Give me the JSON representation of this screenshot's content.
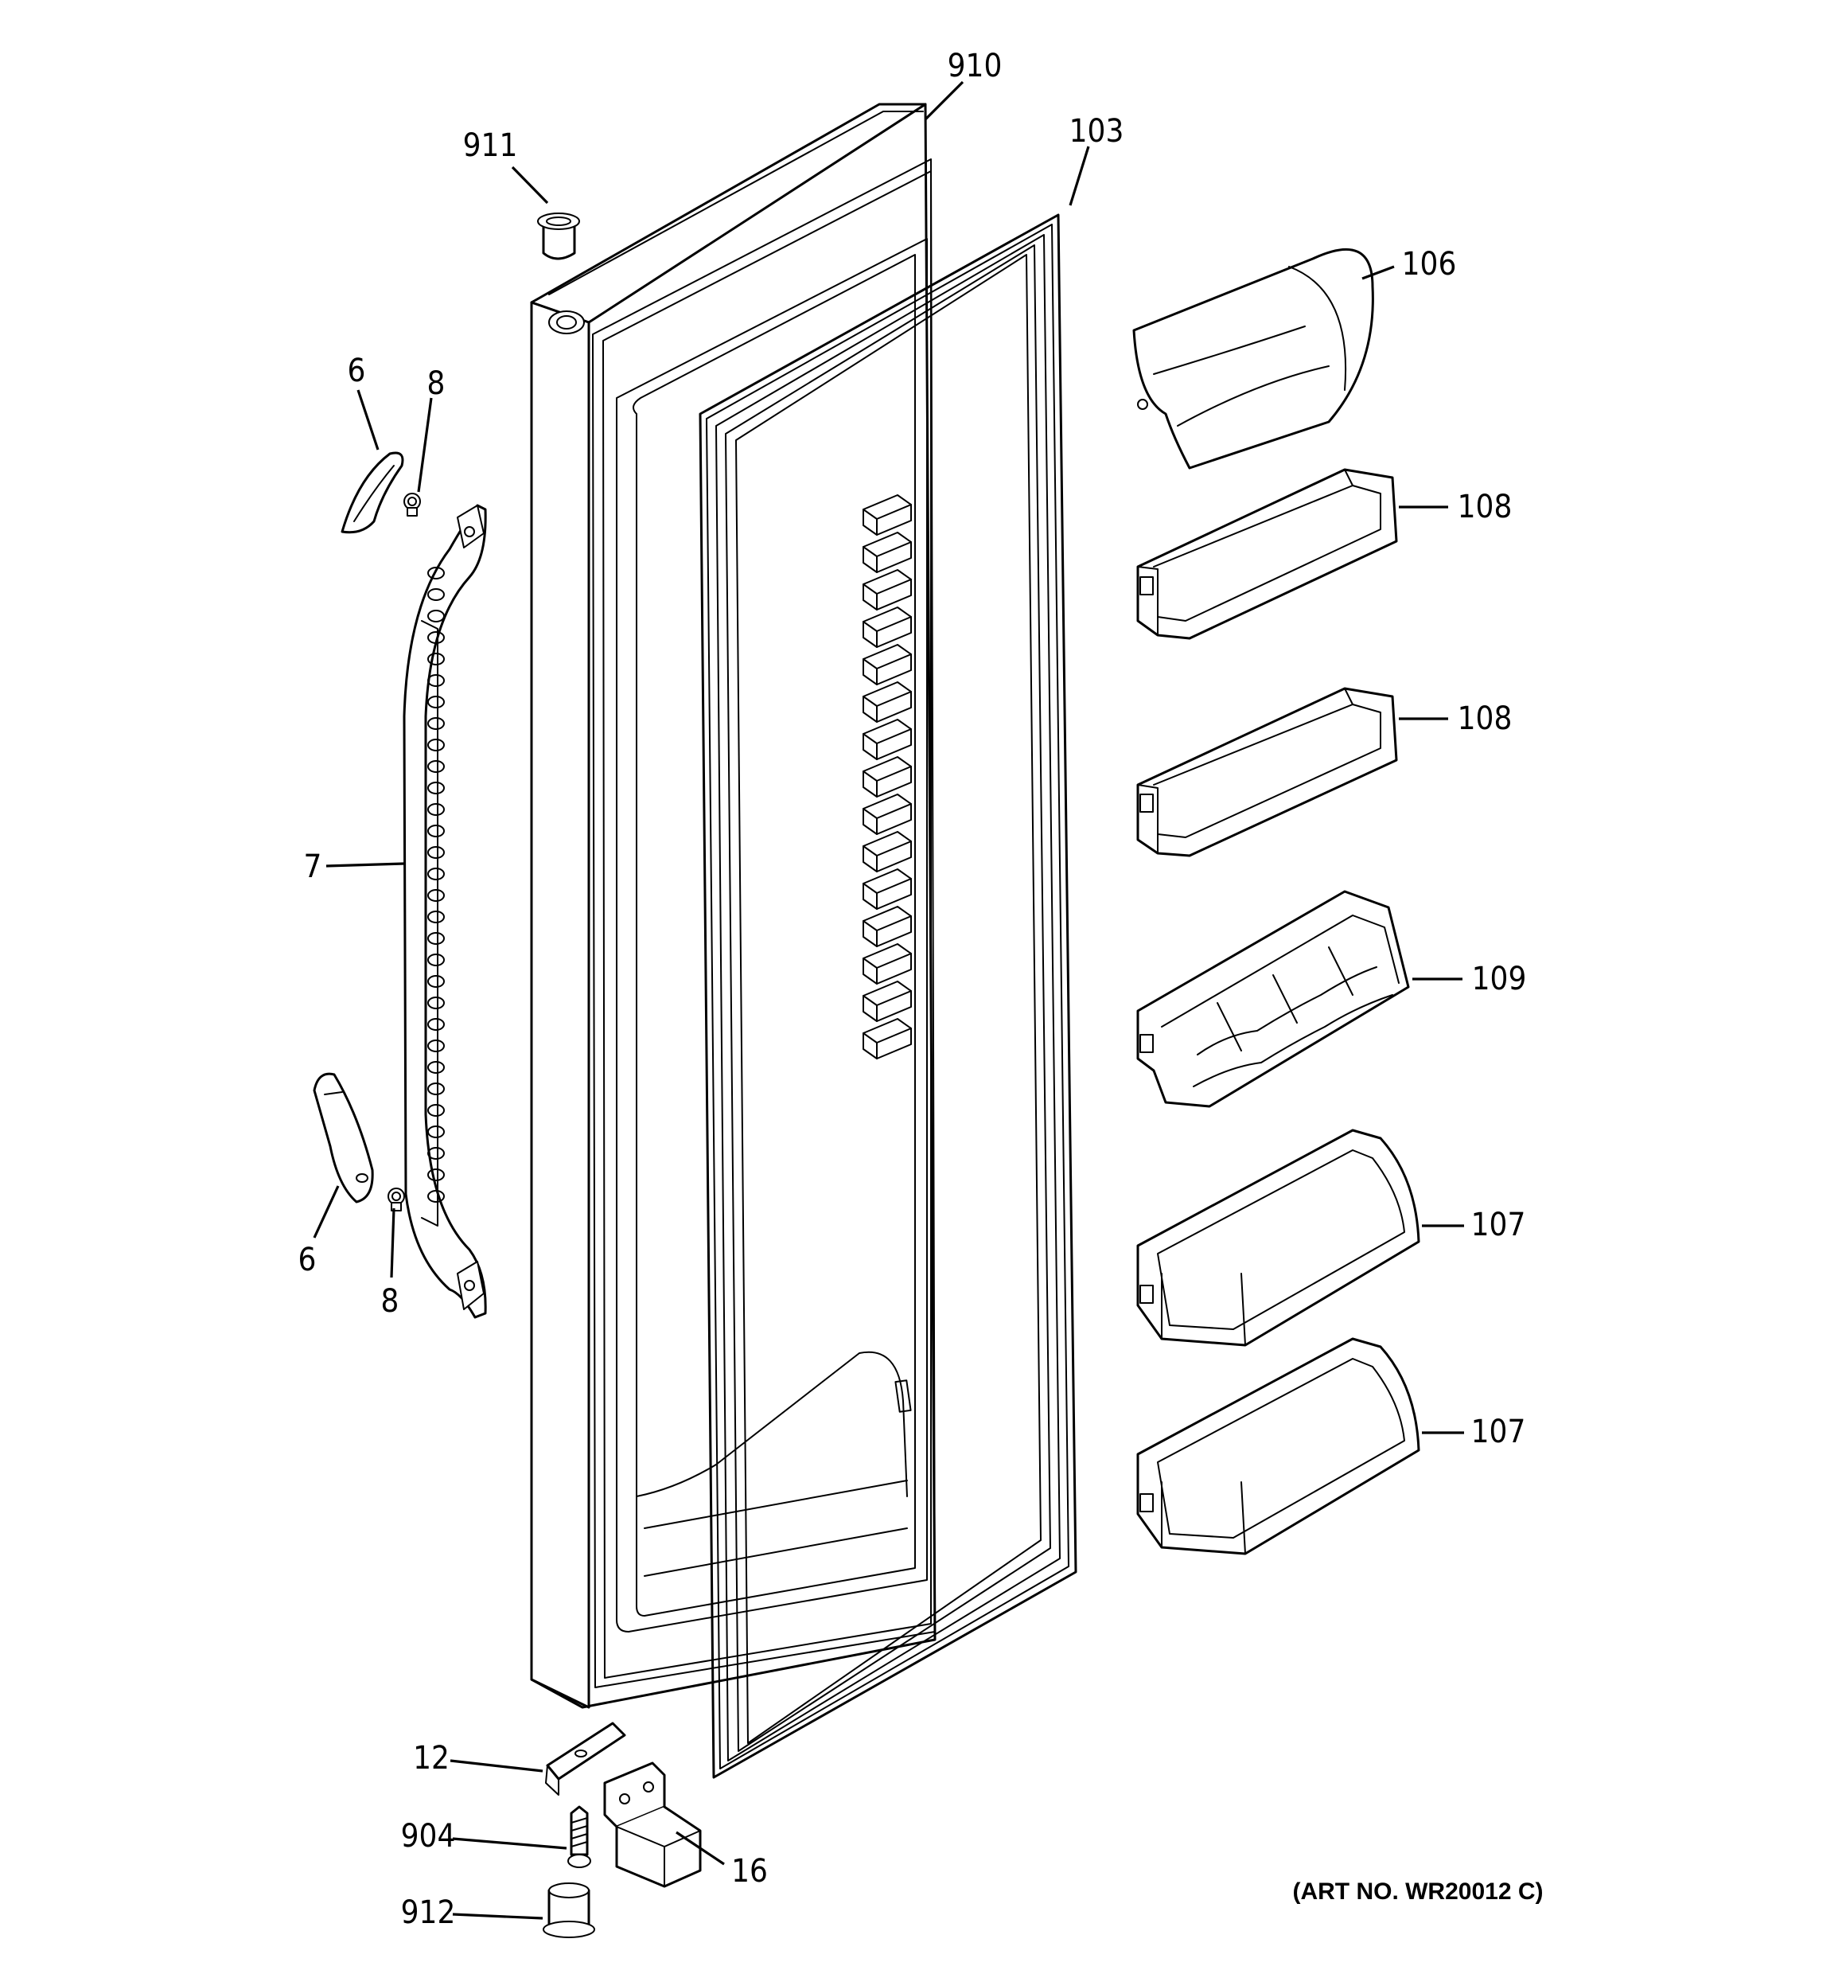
{
  "art_number": "(ART NO. WR20012 C)",
  "callouts": [
    {
      "id": "c910",
      "text": "910"
    },
    {
      "id": "c911",
      "text": "911"
    },
    {
      "id": "c103",
      "text": "103"
    },
    {
      "id": "c106",
      "text": "106"
    },
    {
      "id": "c6a",
      "text": "6"
    },
    {
      "id": "c8a",
      "text": "8"
    },
    {
      "id": "c108a",
      "text": "108"
    },
    {
      "id": "c108b",
      "text": "108"
    },
    {
      "id": "c7",
      "text": "7"
    },
    {
      "id": "c109",
      "text": "109"
    },
    {
      "id": "c107a",
      "text": "107"
    },
    {
      "id": "c6b",
      "text": "6"
    },
    {
      "id": "c8b",
      "text": "8"
    },
    {
      "id": "c107b",
      "text": "107"
    },
    {
      "id": "c12",
      "text": "12"
    },
    {
      "id": "c904",
      "text": "904"
    },
    {
      "id": "c16",
      "text": "16"
    },
    {
      "id": "c912",
      "text": "912"
    }
  ]
}
